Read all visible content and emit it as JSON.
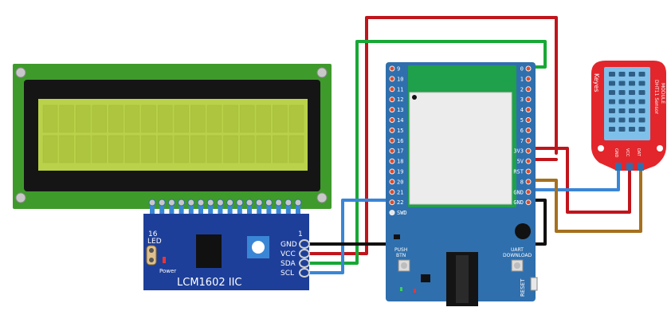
{
  "lcd": {
    "title": "LCM1602 IIC",
    "pin_first": "16",
    "pin_last": "1",
    "led_label": "LED",
    "power_label": "Power",
    "header_pins": [
      "GND",
      "VCC",
      "SDA",
      "SCL"
    ]
  },
  "board": {
    "left_pins": [
      "9",
      "10",
      "11",
      "12",
      "13",
      "14",
      "15",
      "16",
      "17",
      "18",
      "19",
      "20",
      "21",
      "22",
      "SWD"
    ],
    "right_pins": [
      "0",
      "1",
      "2",
      "3",
      "4",
      "5",
      "6",
      "7",
      "3V3",
      "5V",
      "RST",
      "8",
      "GND",
      "GND"
    ],
    "push_btn_label": "PUSH\nBTN",
    "push_btn_line1": "PUSH",
    "push_btn_line2": "BTN",
    "uart_line1": "UART",
    "uart_line2": "DOWNLOAD",
    "reset_label": "RESET"
  },
  "sensor": {
    "brand": "Keyes",
    "title_line1": "DHT11 Sensor",
    "title_line2": "MODULE",
    "pins": [
      "GND",
      "VCC",
      "DAT"
    ]
  },
  "colors": {
    "pcb_green": "#3f9a2c",
    "pcb_blue": "#1e3f99",
    "board_blue": "#2f6fad",
    "sensor_red": "#e3262c",
    "wire_red": "#c0151c",
    "wire_green": "#18a836",
    "wire_blue": "#3a86d6",
    "wire_black": "#111111",
    "wire_brown": "#a6701e",
    "lcd_screen": "#b9d24a"
  }
}
